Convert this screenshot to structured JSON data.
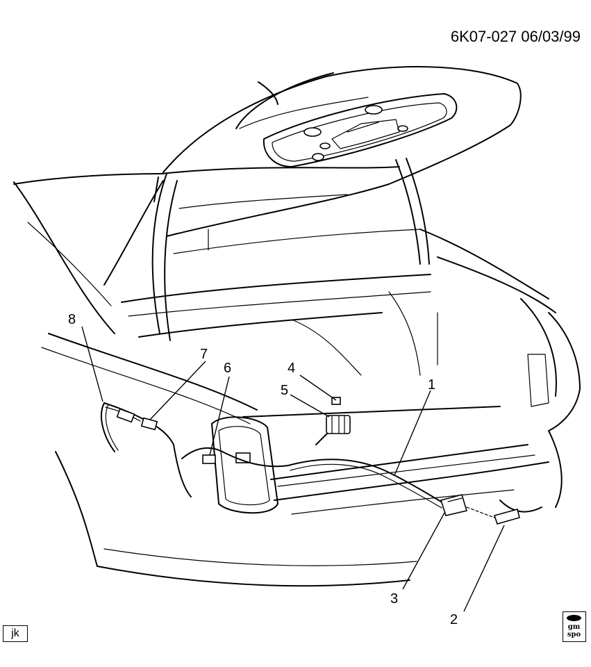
{
  "doc_id": "6K07-027  06/03/99",
  "callouts": [
    "1",
    "2",
    "3",
    "4",
    "5",
    "6",
    "7",
    "8"
  ],
  "drawer_initials": "jk",
  "logo": {
    "line1": "gm",
    "line2": "spo"
  }
}
